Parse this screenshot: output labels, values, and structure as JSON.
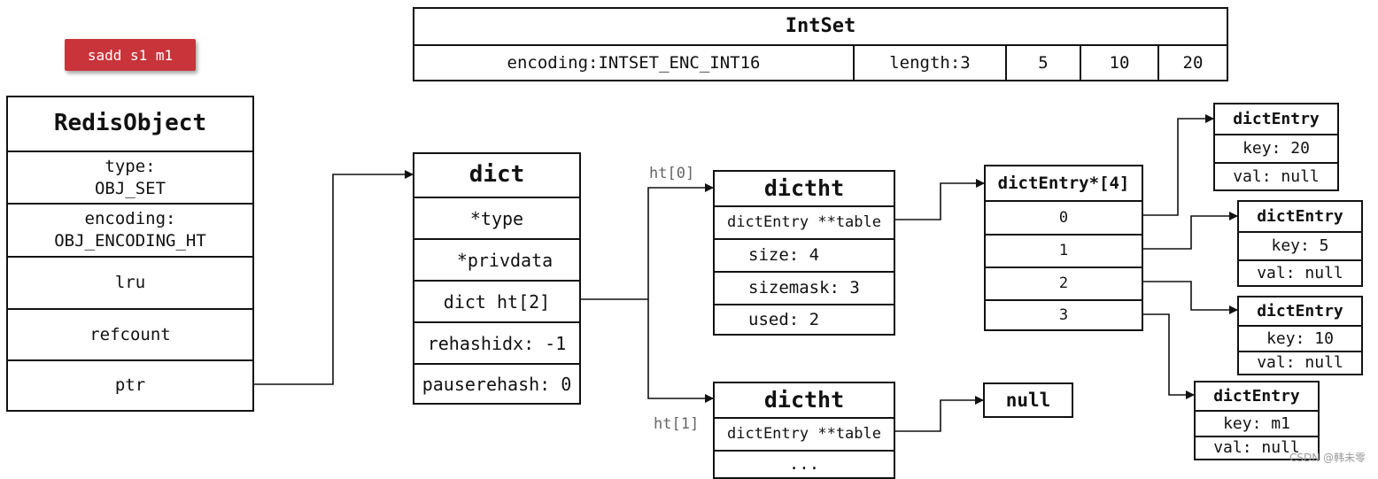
{
  "command": "sadd s1 m1",
  "intset": {
    "title": "IntSet",
    "encoding": "encoding:INTSET_ENC_INT16",
    "length": "length:3",
    "values": [
      "5",
      "10",
      "20"
    ]
  },
  "redis_object": {
    "title": "RedisObject",
    "type_label": "type:",
    "type_value": "OBJ_SET",
    "encoding_label": "encoding:",
    "encoding_value": "OBJ_ENCODING_HT",
    "lru": "lru",
    "refcount": "refcount",
    "ptr": "ptr"
  },
  "dict": {
    "title": "dict",
    "fields": [
      "*type",
      "*privdata",
      "dict ht[2]",
      "rehashidx: -1",
      "pauserehash: 0"
    ]
  },
  "ht0_label": "ht[0]",
  "ht1_label": "ht[1]",
  "dictht0": {
    "title": "dictht",
    "fields": [
      "dictEntry **table",
      "size: 4",
      "sizemask: 3",
      "used: 2"
    ]
  },
  "dictht1": {
    "title": "dictht",
    "fields": [
      "dictEntry **table",
      "..."
    ]
  },
  "table": {
    "title": "dictEntry*[4]",
    "indices": [
      "0",
      "1",
      "2",
      "3"
    ]
  },
  "null_label": "null",
  "entries": [
    {
      "title": "dictEntry",
      "key": "key: 20",
      "val": "val: null"
    },
    {
      "title": "dictEntry",
      "key": "key: 5",
      "val": "val: null"
    },
    {
      "title": "dictEntry",
      "key": "key: 10",
      "val": "val: null"
    },
    {
      "title": "dictEntry",
      "key": "key: m1",
      "val": "val: null"
    }
  ],
  "watermark": "CSDN @韩未零"
}
